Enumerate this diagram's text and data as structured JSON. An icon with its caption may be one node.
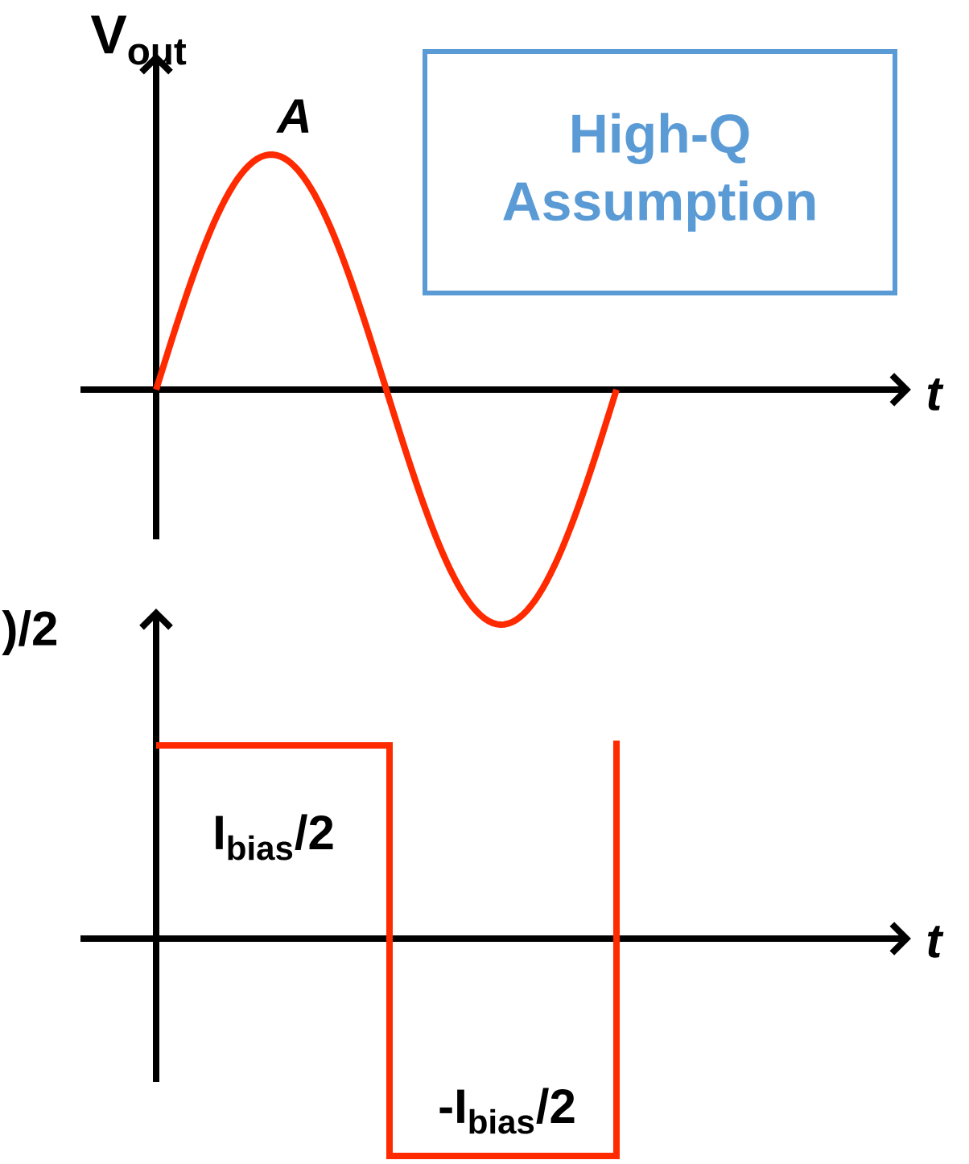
{
  "diagram": {
    "nodes": [
      {
        "text": [
          "High-Q Assumption"
        ]
      }
    ],
    "labels": [
      "V$_{out}$",
      "A",
      "t",
      ")/2",
      "I$_{bias}$/2",
      "t",
      "-I$_{bias}$/2"
    ]
  }
}
